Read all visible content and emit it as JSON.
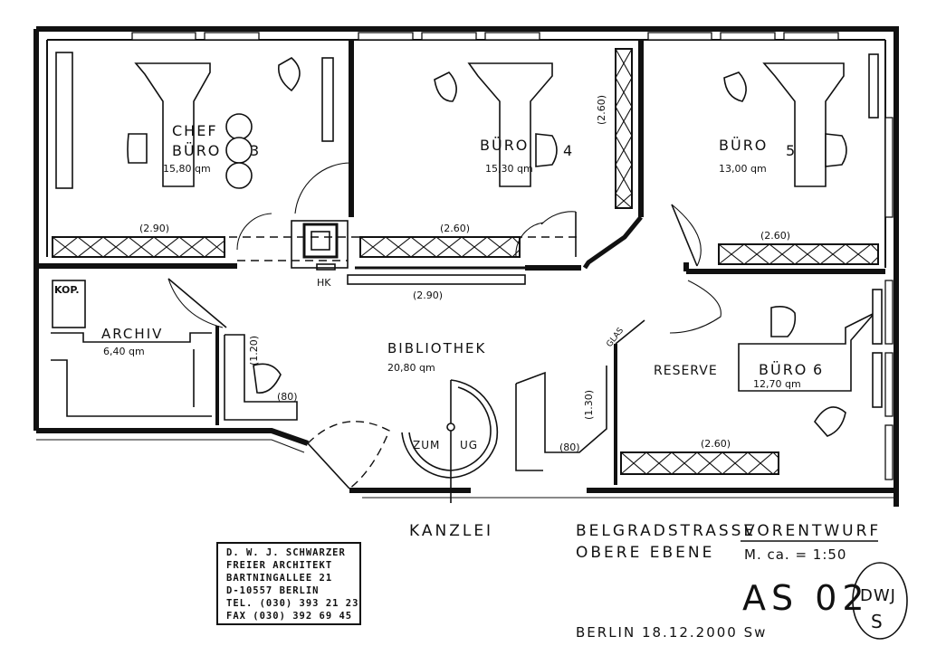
{
  "rooms": {
    "chef_label": "CHEF",
    "buero3_label": "BÜRO",
    "buero3_number": "3",
    "buero3_area": "15,80 qm",
    "buero4_label": "BÜRO",
    "buero4_number": "4",
    "buero4_area": "15,30 qm",
    "buero5_label": "BÜRO",
    "buero5_number": "5",
    "buero5_area": "13,00 qm",
    "buero6_label": "BÜRO",
    "buero6_number": "6",
    "buero6_area": "12,70 qm",
    "archiv_label": "ARCHIV",
    "archiv_area": "6,40 qm",
    "bibliothek_label": "BIBLIOTHEK",
    "bibliothek_area": "20,80 qm",
    "reserve_label": "RESERVE",
    "kop_label": "KOP.",
    "hk_label": "HK"
  },
  "dimensions": {
    "shelf_buero3": "(2.90)",
    "shelf_buero4": "(2.60)",
    "shelf_buero4_vertical": "(2.60)",
    "shelf_buero5": "(2.60)",
    "shelf_corridor": "(2.90)",
    "shelf_buero6": "(2.60)",
    "shelf_archiv_side": "(1.20)",
    "shelf_archiv_depth": "(80)",
    "shelf_library_side": "(1.30)",
    "shelf_library_depth": "(80)"
  },
  "stair": {
    "zum_label": "ZUM",
    "ug_label": "UG"
  },
  "glass_label": "GLAS",
  "title_block": {
    "kanzlei": "KANZLEI",
    "street": "BELGRADSTRASSE",
    "level": "OBERE EBENE",
    "phase": "VORENTWURF",
    "scale": "M. ca. = 1:50",
    "sheet": "AS 02",
    "date_line": "BERLIN   18.12.2000   Sw",
    "logo_top": "DWJ",
    "logo_bottom": "S"
  },
  "architect_stamp": {
    "line1": "D. W. J. SCHWARZER",
    "line2": "FREIER ARCHITEKT",
    "line3": "BARTNINGALLEE 21",
    "line4": "D-10557 BERLIN",
    "line5": "TEL. (030) 393 21 23",
    "line6": "FAX (030) 392 69 45"
  }
}
